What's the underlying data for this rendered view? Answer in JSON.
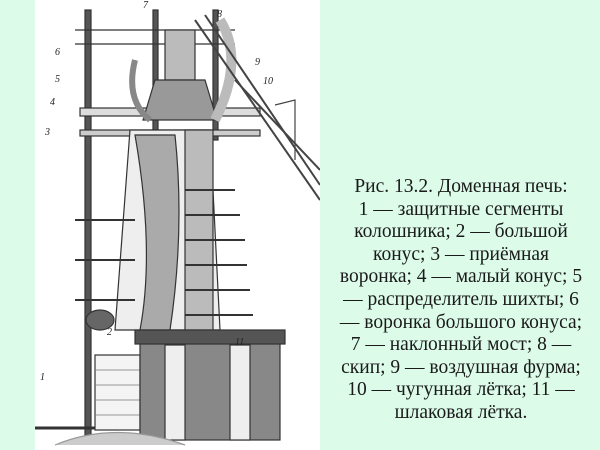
{
  "figure": {
    "callouts": [
      "1",
      "2",
      "3",
      "4",
      "5",
      "6",
      "7",
      "8",
      "9",
      "10",
      "11"
    ]
  },
  "caption": {
    "lines": [
      "Рис. 13.2. Доменная печь:",
      "1 — защитные сегменты",
      "колошника; 2 — большой",
      "конус; 3 — приёмная",
      "воронка; 4 — малый конус; 5",
      "— распределитель шихты; 6",
      "— воронка большого конуса;",
      "7 — наклонный мост; 8 —",
      "скип; 9 — воздушная фурма;",
      "10 — чугунная лётка; 11 —",
      "шлаковая лётка."
    ]
  }
}
